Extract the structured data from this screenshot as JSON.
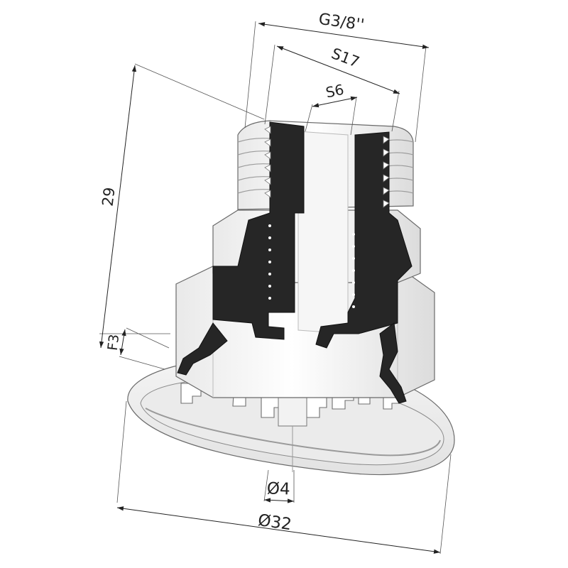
{
  "dimensions": {
    "thread": "G3/8''",
    "hex_large": "S17",
    "hex_small": "S6",
    "height": "29",
    "lip_height": "F3",
    "bore_diameter": "Ø4",
    "cup_diameter": "Ø32"
  }
}
